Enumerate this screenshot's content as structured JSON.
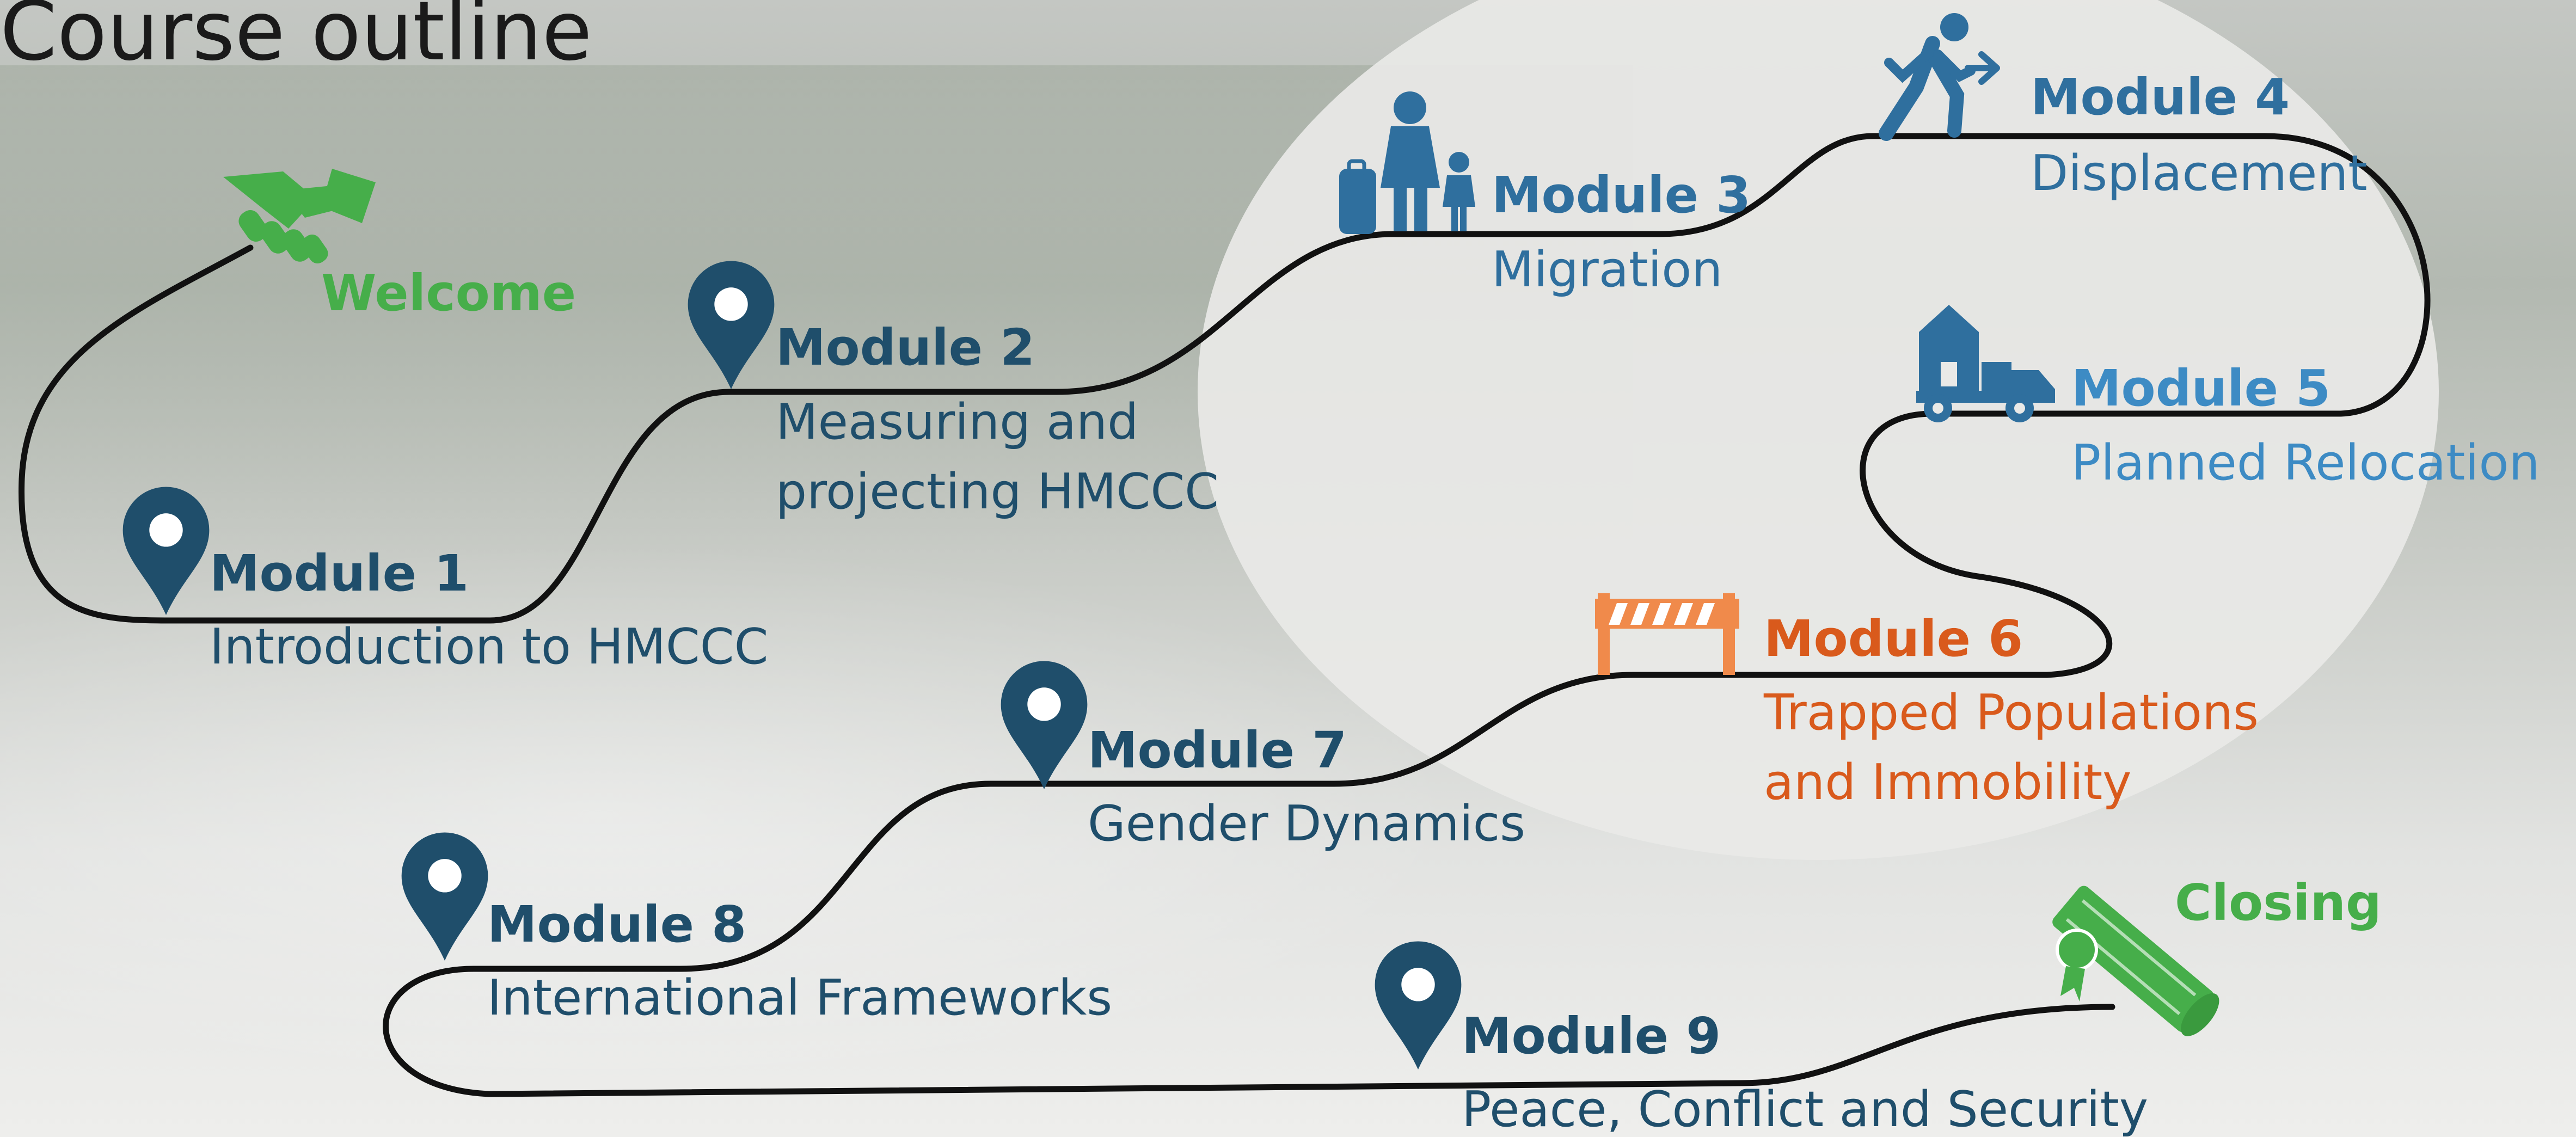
{
  "title": "Course outline",
  "welcome": "Welcome",
  "closing": "Closing",
  "modules": [
    {
      "name": "Module 1",
      "desc": "Introduction to HMCCC",
      "icon": "map-pin-icon"
    },
    {
      "name": "Module 2",
      "desc": "Measuring and\nprojecting HMCCC",
      "icon": "map-pin-icon"
    },
    {
      "name": "Module 3",
      "desc": "Migration",
      "icon": "family-migration-icon"
    },
    {
      "name": "Module 4",
      "desc": "Displacement",
      "icon": "walking-person-arrow-icon"
    },
    {
      "name": "Module 5",
      "desc": "Planned Relocation",
      "icon": "house-truck-icon"
    },
    {
      "name": "Module 6",
      "desc": "Trapped Populations\nand Immobility",
      "icon": "barrier-icon"
    },
    {
      "name": "Module 7",
      "desc": "Gender Dynamics",
      "icon": "map-pin-icon"
    },
    {
      "name": "Module 8",
      "desc": "International Frameworks",
      "icon": "map-pin-icon"
    },
    {
      "name": "Module 9",
      "desc": "Peace, Conflict and Security",
      "icon": "map-pin-icon"
    }
  ],
  "colors": {
    "navy": "#1f4e6b",
    "mid_blue": "#2f6f9e",
    "light_blue": "#3d8bc4",
    "orange": "#d95a1c",
    "green": "#46ae4a",
    "path": "#111111"
  }
}
